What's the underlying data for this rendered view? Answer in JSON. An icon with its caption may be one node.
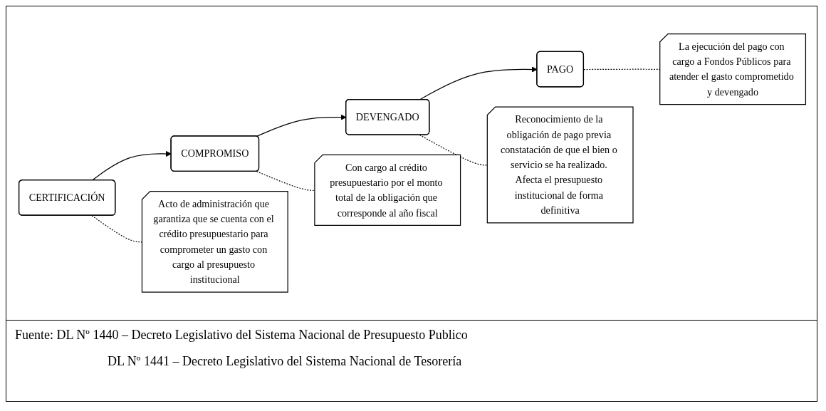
{
  "diagram": {
    "nodes": [
      {
        "text": [
          "CERTIFICACIÓN"
        ]
      },
      {
        "text": [
          "COMPROMISO"
        ]
      },
      {
        "text": [
          "DEVENGADO"
        ]
      },
      {
        "text": [
          "PAGO"
        ]
      },
      {
        "text": [
          "Acto de administración que garantiza que se cuenta con el crédito presupuestario para comprometer un gasto con cargo al presupuesto institucional"
        ]
      },
      {
        "text": [
          "Con cargo al crédito presupuestario por el monto total de la obligación que corresponde al año fiscal"
        ]
      },
      {
        "text": [
          "Reconocimiento de la obligación de pago previa constatación de que el bien o servicio se ha realizado. Afecta el presupuesto institucional de forma definitiva"
        ]
      },
      {
        "text": [
          "La ejecución del pago con cargo a Fondos Públicos para atender el gasto comprometido y devengado"
        ]
      }
    ],
    "edges": [
      {
        "from": 0,
        "to": 1,
        "arrow": "to"
      },
      {
        "from": 1,
        "to": 2,
        "arrow": "to"
      },
      {
        "from": 2,
        "to": 3,
        "arrow": "to"
      },
      {
        "from": 0,
        "to": 4,
        "arrow": "none",
        "style": "dashed"
      },
      {
        "from": 1,
        "to": 5,
        "arrow": "none",
        "style": "dashed"
      },
      {
        "from": 2,
        "to": 6,
        "arrow": "none",
        "style": "dashed"
      },
      {
        "from": 3,
        "to": 7,
        "arrow": "none",
        "style": "dashed"
      }
    ],
    "labels": [
      "Fuente: DL Nº 1440 – Decreto Legislativo del Sistema Nacional de Presupuesto Publico",
      "DL Nº 1441 – Decreto Legislativo del Sistema Nacional de Tesorería"
    ]
  }
}
